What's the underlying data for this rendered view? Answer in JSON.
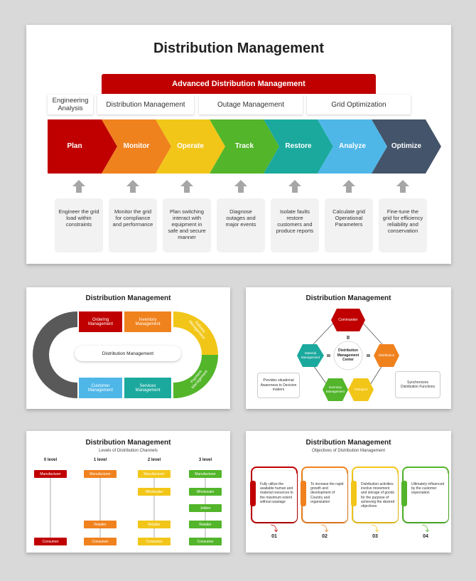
{
  "colors": {
    "red": "#c00000",
    "orange": "#f0821e",
    "yellow": "#f2c619",
    "green": "#52b52a",
    "teal": "#1ba99e",
    "sky": "#4fb7e8",
    "navy": "#44546a",
    "gray": "#595959"
  },
  "main": {
    "title": "Distribution Management",
    "adm_banner": "Advanced Distribution Management",
    "engineering_label": "Engineering Analysis",
    "category_tabs": [
      "Distribution Management",
      "Outage Management",
      "Grid Optimization"
    ],
    "steps": [
      {
        "label": "Plan",
        "desc": "Engineer the grid load within constraints"
      },
      {
        "label": "Monitor",
        "desc": "Monitor the grid for compliance and performance"
      },
      {
        "label": "Operate",
        "desc": "Plan switching interact with equipment in safe and secure manner"
      },
      {
        "label": "Track",
        "desc": "Diagnose outages and major events"
      },
      {
        "label": "Restore",
        "desc": "Isolate faults restore customers and produce reports"
      },
      {
        "label": "Analyze",
        "desc": "Calculate grid Operational Parameters"
      },
      {
        "label": "Optimize",
        "desc": "Fine-tune the grid for efficiency reliability and conservation"
      }
    ]
  },
  "slide2": {
    "title": "Distribution Management",
    "center_label": "Distribution Management",
    "items": [
      "Ordering Management",
      "Inventory Management",
      "Delivery Management",
      "Payment Management",
      "Services Management",
      "Customer Management"
    ]
  },
  "slide3": {
    "title": "Distribution Management",
    "center": "Distribution Management Center",
    "nodes": [
      "Commander",
      "Material Management",
      "Distribution",
      "Inventory Management",
      "Transport"
    ],
    "left_note": "Provides situational Awareness to Decision makers",
    "right_note": "Synchronizes Distribution Functions"
  },
  "slide4": {
    "title": "Distribution Management",
    "subtitle": "Levels of Distribution Channels",
    "columns": [
      {
        "level": "0 level",
        "nodes": [
          "Manufacturer",
          "Consumer"
        ]
      },
      {
        "level": "1 level",
        "nodes": [
          "Manufacturer",
          "Retailer",
          "Consumer"
        ]
      },
      {
        "level": "2 level",
        "nodes": [
          "Manufacturer",
          "Wholesaler",
          "Retailer",
          "Consumer"
        ]
      },
      {
        "level": "3 level",
        "nodes": [
          "Manufacturer",
          "Wholesaler",
          "Jobber",
          "Retailer",
          "Consumer"
        ]
      }
    ]
  },
  "slide5": {
    "title": "Distribution Management",
    "subtitle": "Objectives of Distribution Management",
    "objectives": [
      {
        "num": "01",
        "text": "Fully utilize the available human and material resources to the maximum extent without wastage"
      },
      {
        "num": "02",
        "text": "To increase the rapid growth and development of Country and organization"
      },
      {
        "num": "03",
        "text": "Distribution activities involve movement and storage of goods for the purpose of achieving the desired objectives"
      },
      {
        "num": "04",
        "text": "Ultimately influenced by the customer expectation"
      }
    ]
  }
}
